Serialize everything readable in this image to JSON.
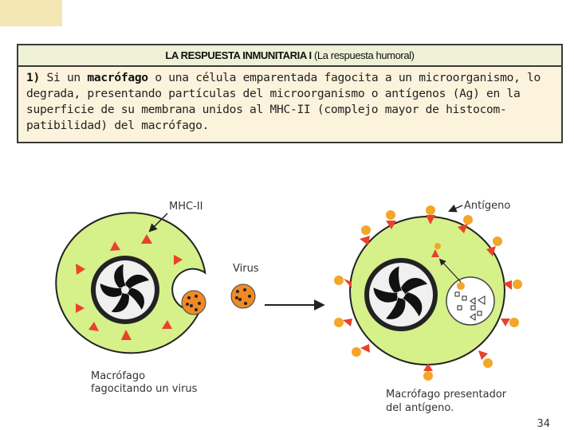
{
  "header": {
    "title_bold": "LA RESPUESTA INMUNITARIA I",
    "title_normal": "(La respuesta humoral)"
  },
  "paragraph": {
    "step_number": "1)",
    "text_before": "Si un",
    "keyword": "macrófago",
    "text_after": "o una célula emparentada fagocita a un microorganismo, lo degrada, presentando partículas del microorganismo o antígenos (Ag) en la superficie de su membrana unidos al MHC-II (complejo mayor de histocom-patibilidad) del macrófago."
  },
  "labels": {
    "mhc": "MHC-II",
    "antigen": "Antígeno",
    "virus": "Virus",
    "left_caption_line1": "Macrófago",
    "left_caption_line2": "fagocitando un virus",
    "right_caption_line1": "Macrófago presentador",
    "right_caption_line2": "del antígeno."
  },
  "page_number": "34",
  "colors": {
    "cell_fill": "#d6f08a",
    "nucleus_fill": "#f0f0f0",
    "mhc_marker": "#e8432a",
    "antigen_marker": "#f4a629",
    "virus_fill": "#f08a24",
    "header_bg": "#eef1d6",
    "body_bg": "#fbf3dc"
  }
}
